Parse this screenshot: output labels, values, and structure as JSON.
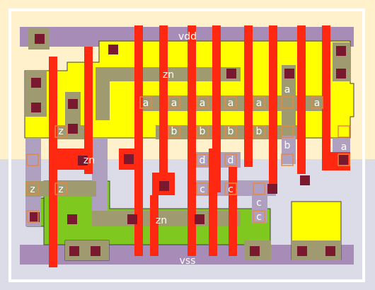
{
  "rails": {
    "top": "vdd",
    "bottom": "vss"
  },
  "pins": {
    "a": "a",
    "b": "b",
    "c": "c",
    "d": "d",
    "z": "z",
    "zn": "zn"
  },
  "colors": {
    "nwell": "#fff1cc",
    "pwell": "#dcdce8",
    "rail": "#a88cb8",
    "diff_p": "#ffff00",
    "diff_n": "#7ec820",
    "overlap": "#a09a70",
    "poly": "#ff2810",
    "metal1": "#b0a0c0",
    "contact": "#7a1830",
    "pin_box": "#e88840",
    "text": "#ffffff"
  }
}
